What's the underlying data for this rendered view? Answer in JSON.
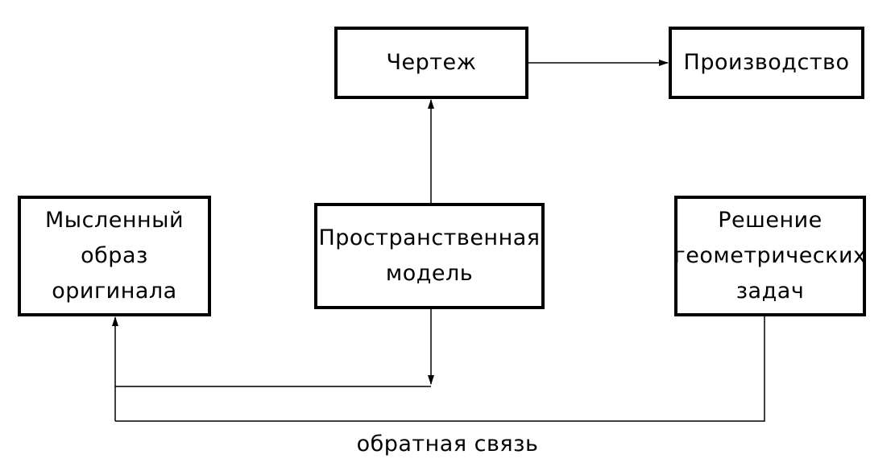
{
  "blocks": {
    "drawing": {
      "lines": [
        "Чертеж"
      ]
    },
    "production": {
      "lines": [
        "Производство"
      ]
    },
    "mental_image": {
      "lines": [
        "Мысленный",
        "образ",
        "оригинала"
      ]
    },
    "spatial_model": {
      "lines": [
        "Пространственная",
        "модель"
      ]
    },
    "geometry_solution": {
      "lines": [
        "Решение",
        "геометрических",
        "задач"
      ]
    }
  },
  "feedback_label": "обратная связь",
  "colors": {
    "stroke": "#000000",
    "background": "#ffffff"
  }
}
